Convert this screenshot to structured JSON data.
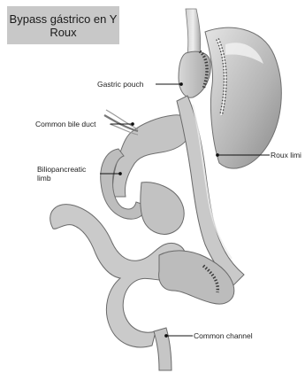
{
  "title": {
    "line1": "Bypass gástrico en Y",
    "line2": "Roux"
  },
  "labels": {
    "gastric_pouch": "Gastric pouch",
    "common_bile_duct": "Common bile duct",
    "biliopancreatic_line1": "Biliopancreatic",
    "biliopancreatic_line2": "limb",
    "roux_limb": "Roux limi",
    "common_channel": "Common channel"
  }
}
